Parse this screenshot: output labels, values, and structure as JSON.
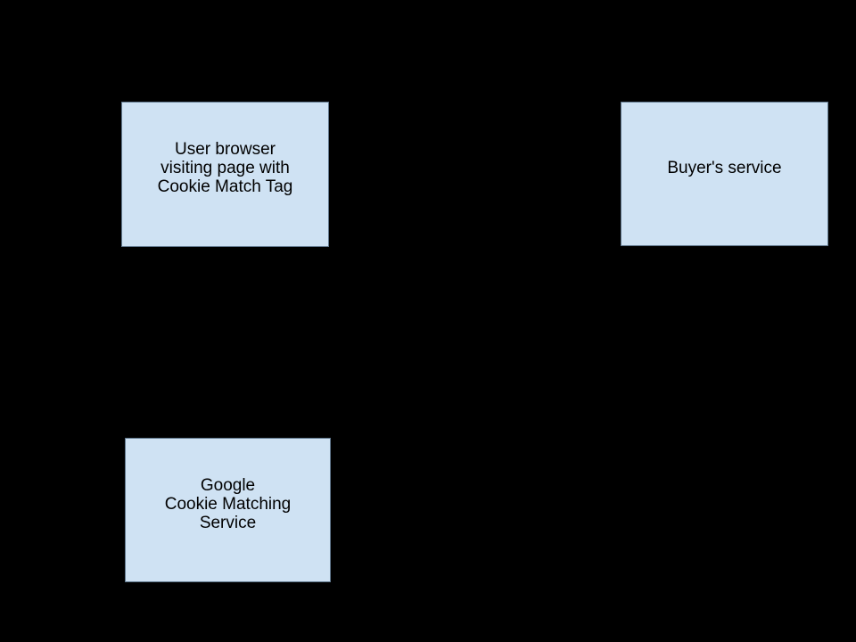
{
  "canvas": {
    "background_color": "#000000",
    "node_fill_color": "#cfe2f3",
    "node_border_color": "#62798e",
    "node_text_color": "#000000"
  },
  "diagram": {
    "nodes": [
      {
        "id": "user-browser",
        "label": "User browser\nvisiting page with\nCookie Match Tag"
      },
      {
        "id": "buyers-service",
        "label": "Buyer's service"
      },
      {
        "id": "google-cookie-matching-service",
        "label": "Google\nCookie Matching\nService"
      }
    ]
  }
}
